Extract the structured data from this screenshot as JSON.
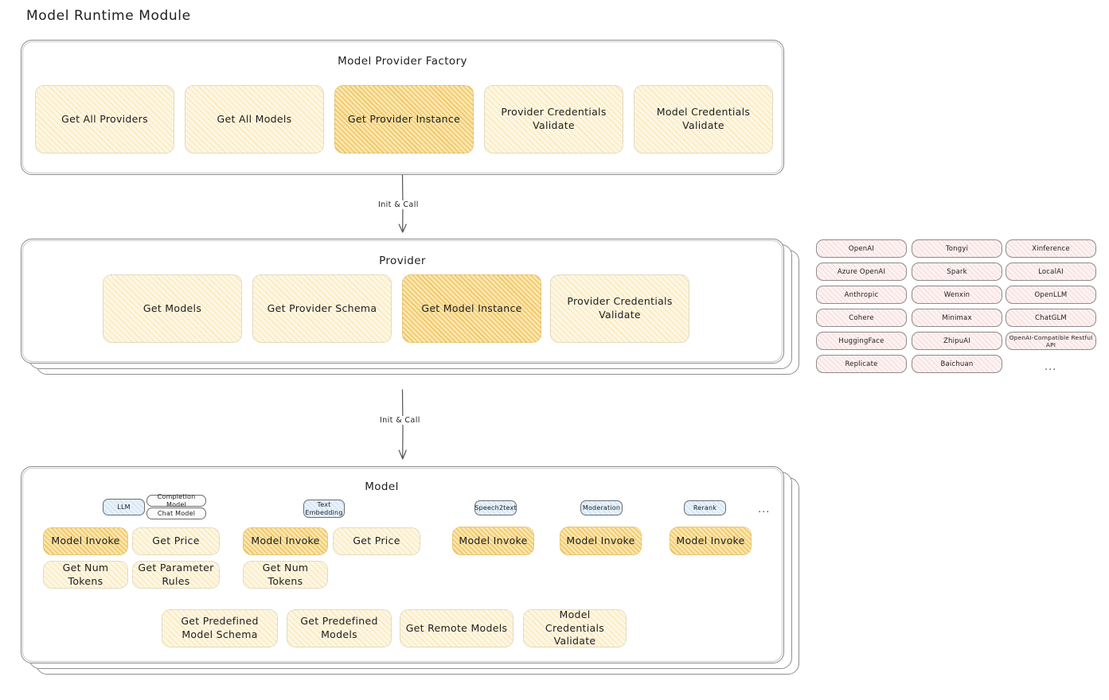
{
  "diagram": {
    "title": "Model Runtime Module",
    "type": "architecture-layers"
  },
  "factory": {
    "title": "Model Provider Factory",
    "methods": [
      {
        "label": "Get All Providers",
        "highlighted": false
      },
      {
        "label": "Get All Models",
        "highlighted": false
      },
      {
        "label": "Get Provider Instance",
        "highlighted": true
      },
      {
        "label": "Provider Credentials Validate",
        "highlighted": false
      },
      {
        "label": "Model Credentials Validate",
        "highlighted": false
      }
    ]
  },
  "arrow1": {
    "label": "Init & Call"
  },
  "provider": {
    "title": "Provider",
    "methods": [
      {
        "label": "Get Models",
        "highlighted": false
      },
      {
        "label": "Get Provider Schema",
        "highlighted": false
      },
      {
        "label": "Get Model Instance",
        "highlighted": true
      },
      {
        "label": "Provider Credentials Validate",
        "highlighted": false
      }
    ]
  },
  "arrow2": {
    "label": "Init & Call"
  },
  "provider_list": {
    "columns": [
      [
        "OpenAI",
        "Azure OpenAI",
        "Anthropic",
        "Cohere",
        "HuggingFace",
        "Replicate"
      ],
      [
        "Tongyi",
        "Spark",
        "Wenxin",
        "Minimax",
        "ZhipuAI",
        "Baichuan"
      ],
      [
        "Xinference",
        "LocalAI",
        "OpenLLM",
        "ChatGLM",
        "OpenAI-Compatible Restful API"
      ]
    ],
    "more": "..."
  },
  "model": {
    "title": "Model",
    "more": "...",
    "types": [
      {
        "badge": "LLM",
        "sub_badges": [
          "Completion Model",
          "Chat Model"
        ],
        "methods": [
          {
            "label": "Model Invoke",
            "highlighted": true
          },
          {
            "label": "Get Price",
            "highlighted": false
          },
          {
            "label": "Get Num Tokens",
            "highlighted": false
          },
          {
            "label": "Get Parameter Rules",
            "highlighted": false
          }
        ]
      },
      {
        "badge": "Text Embedding",
        "sub_badges": [],
        "methods": [
          {
            "label": "Model Invoke",
            "highlighted": true
          },
          {
            "label": "Get Price",
            "highlighted": false
          },
          {
            "label": "Get Num Tokens",
            "highlighted": false
          }
        ]
      },
      {
        "badge": "Speech2text",
        "sub_badges": [],
        "methods": [
          {
            "label": "Model Invoke",
            "highlighted": true
          }
        ]
      },
      {
        "badge": "Moderation",
        "sub_badges": [],
        "methods": [
          {
            "label": "Model Invoke",
            "highlighted": true
          }
        ]
      },
      {
        "badge": "Rerank",
        "sub_badges": [],
        "methods": [
          {
            "label": "Model Invoke",
            "highlighted": true
          }
        ]
      }
    ],
    "shared_methods": [
      "Get Predefined Model Schema",
      "Get Predefined Models",
      "Get Remote Models",
      "Model Credentials Validate"
    ]
  },
  "colors": {
    "accent_fill": "#fbe6ae",
    "accent_stroke": "#d8b45e",
    "method_fill": "#fdf6e3",
    "chip_fill": "#fdf2f2",
    "badge_fill": "#e8f2fb",
    "panel_stroke": "#8a8a8a",
    "text": "#1e1e1e"
  }
}
